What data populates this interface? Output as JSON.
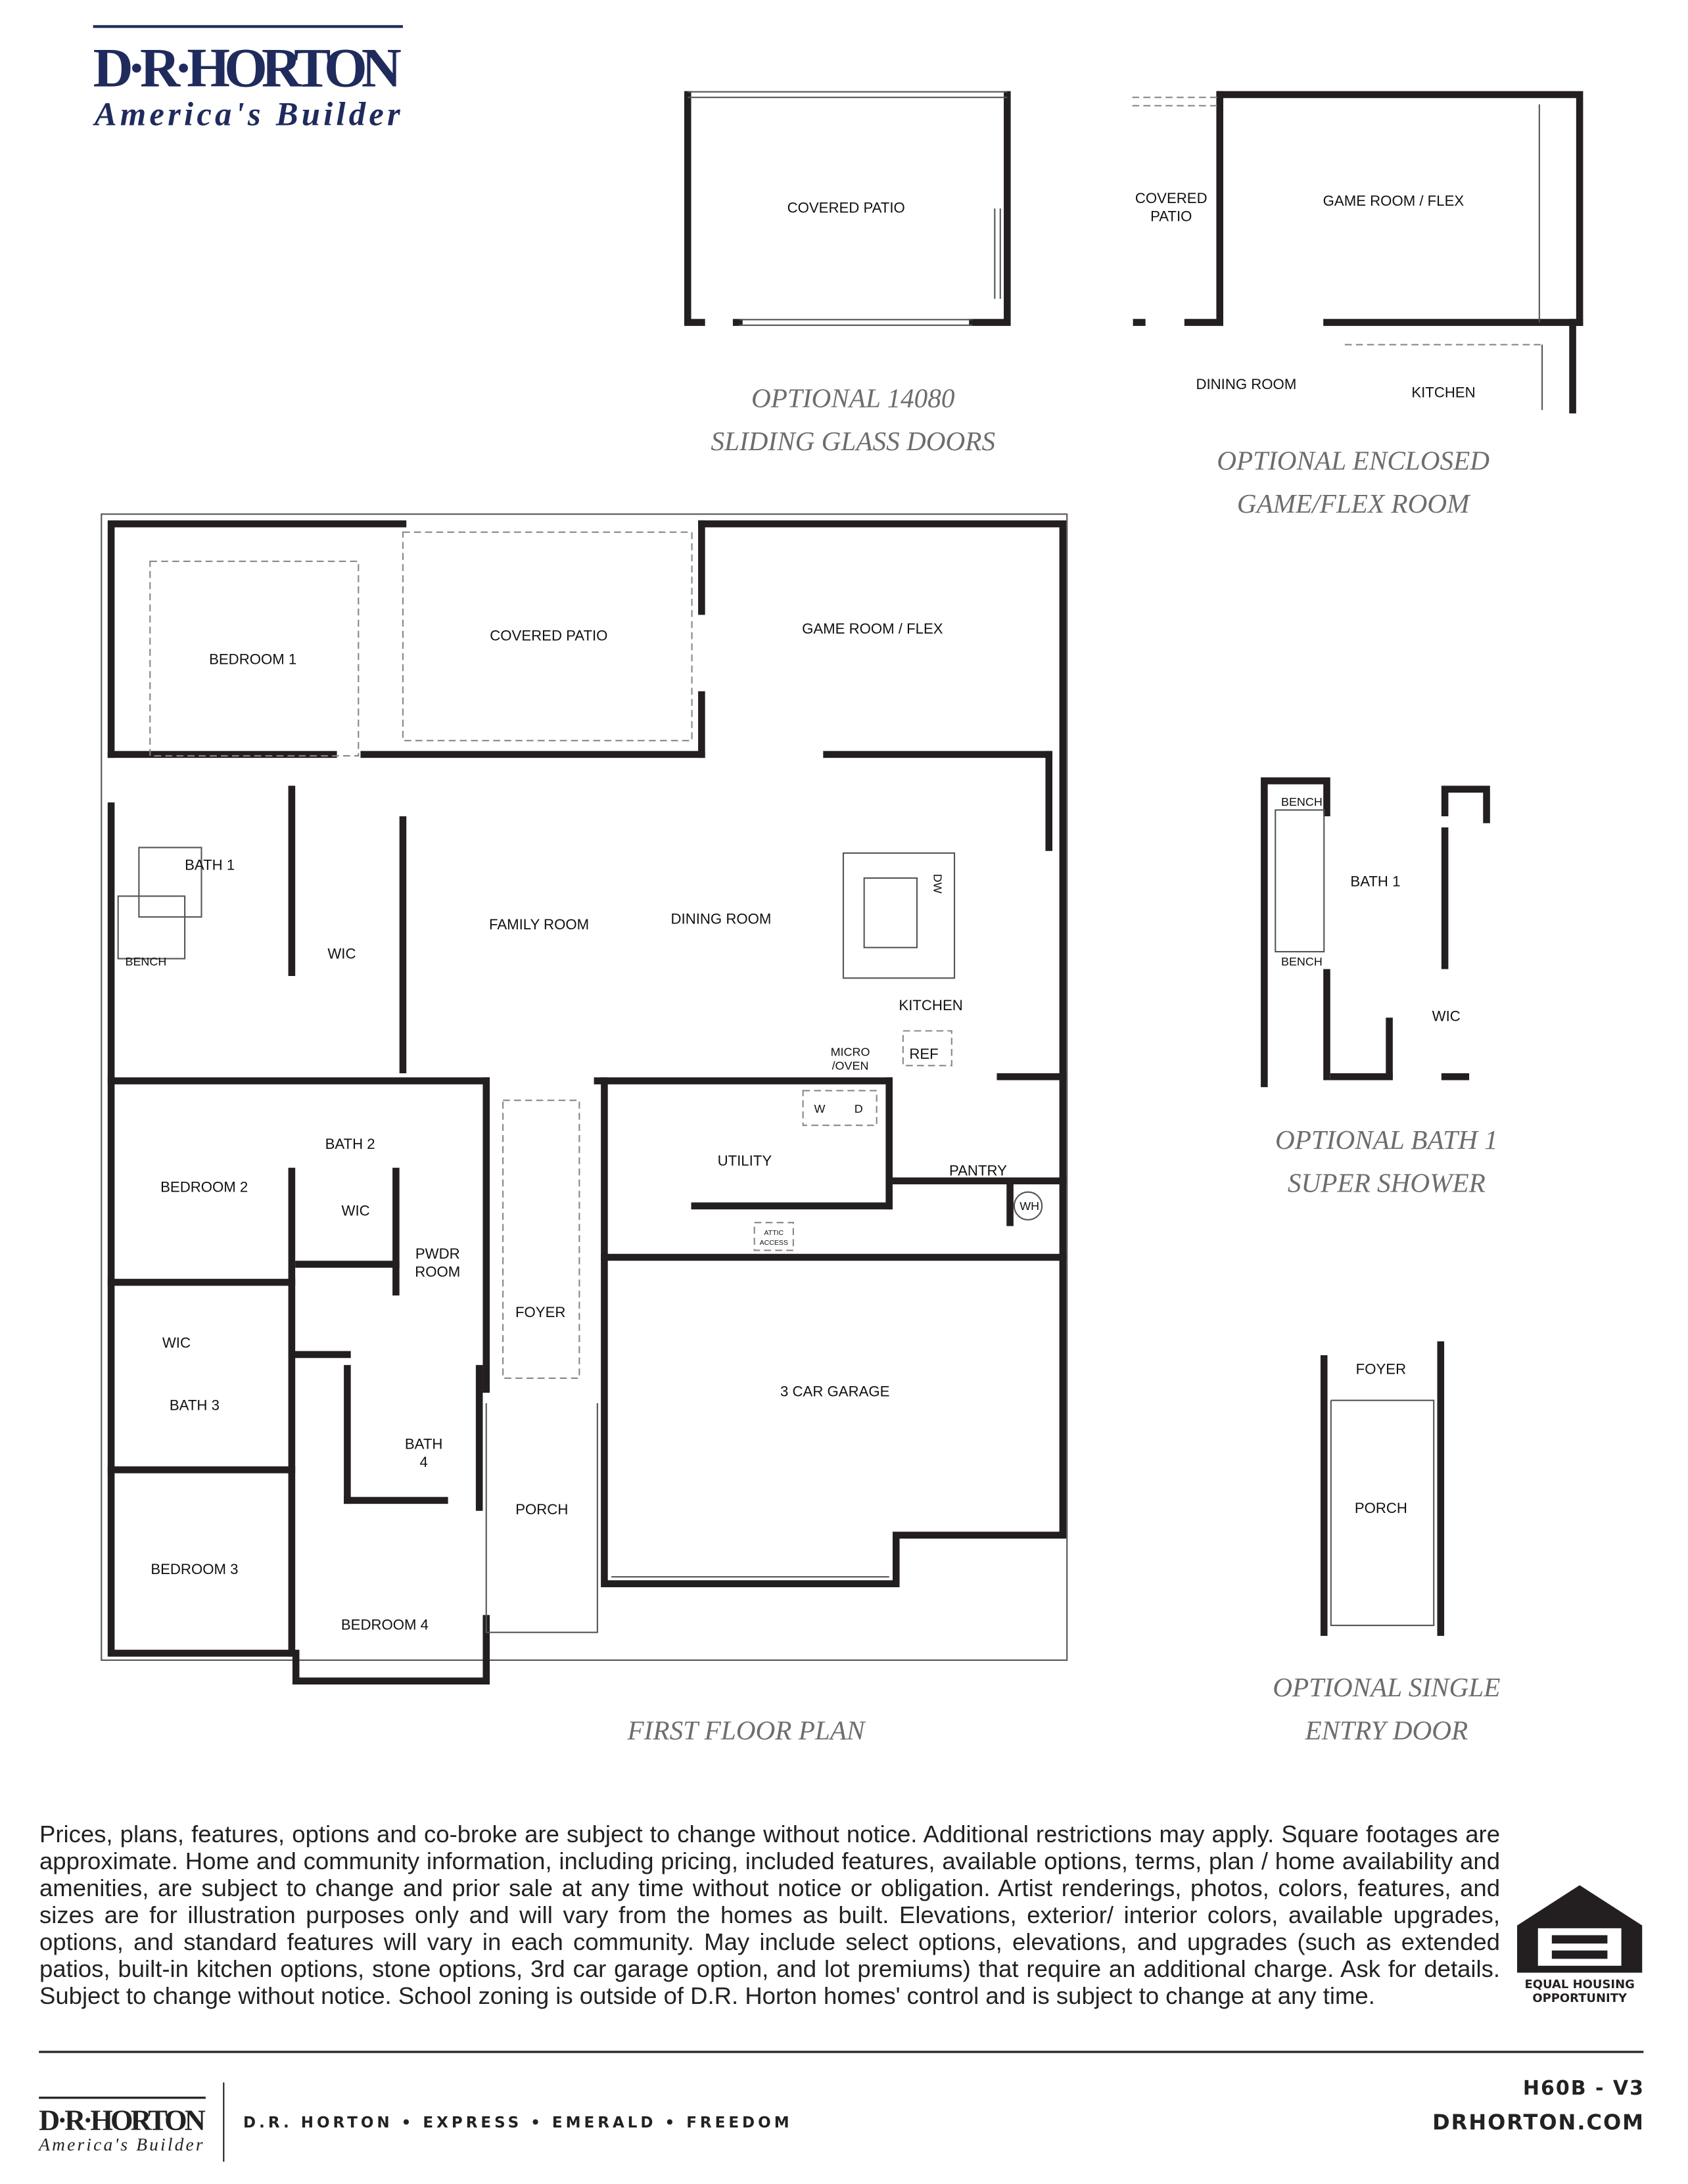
{
  "brand": {
    "name": "D·R·HORTON",
    "tagline": "America's Builder",
    "color": "#1f2b5c"
  },
  "options": {
    "sliding_doors": {
      "room": "COVERED PATIO",
      "caption_line1": "OPTIONAL 14080",
      "caption_line2": "SLIDING GLASS DOORS"
    },
    "enclosed_game": {
      "patio": "COVERED",
      "patio2": "PATIO",
      "game_room": "GAME ROOM / FLEX",
      "dining": "DINING ROOM",
      "kitchen": "KITCHEN",
      "caption_line1": "OPTIONAL ENCLOSED",
      "caption_line2": "GAME/FLEX ROOM"
    },
    "super_shower": {
      "bench_top": "BENCH",
      "bench_bottom": "BENCH",
      "bath": "BATH 1",
      "wic": "WIC",
      "caption_line1": "OPTIONAL BATH 1",
      "caption_line2": "SUPER SHOWER"
    },
    "single_door": {
      "foyer": "FOYER",
      "porch": "PORCH",
      "caption_line1": "OPTIONAL SINGLE",
      "caption_line2": "ENTRY DOOR"
    }
  },
  "plan": {
    "caption": "FIRST FLOOR PLAN",
    "rooms": {
      "bedroom1": "BEDROOM 1",
      "covered_patio": "COVERED PATIO",
      "game_room": "GAME ROOM / FLEX",
      "bath1": "BATH 1",
      "bench": "BENCH",
      "wic1": "WIC",
      "family_room": "FAMILY ROOM",
      "dining_room": "DINING ROOM",
      "dw": "DW",
      "kitchen": "KITCHEN",
      "micro1": "MICRO",
      "micro2": "/OVEN",
      "ref": "REF",
      "w": "W",
      "d": "D",
      "utility": "UTILITY",
      "pantry": "PANTRY",
      "wh": "WH",
      "attic1": "ATTIC",
      "attic2": "ACCESS",
      "bedroom2": "BEDROOM 2",
      "bath2": "BATH 2",
      "wic2": "WIC",
      "pwdr1": "PWDR",
      "pwdr2": "ROOM",
      "foyer": "FOYER",
      "garage": "3 CAR GARAGE",
      "wic3": "WIC",
      "bath3": "BATH 3",
      "bath4a": "BATH",
      "bath4b": "4",
      "porch": "PORCH",
      "bedroom3": "BEDROOM 3",
      "bedroom4": "BEDROOM 4"
    }
  },
  "disclaimer": "Prices, plans, features, options and co-broke are subject to change without notice. Additional restrictions may apply.  Square footages are approximate. Home and community information, including pricing, included features, available options, terms, plan / home availability and amenities, are subject to change and prior sale at any time without notice or obligation. Artist renderings, photos, colors, features, and sizes are for illustration purposes only and will vary from the homes as built. Elevations, exterior/ interior colors, available upgrades, options, and standard features will vary in each community. May include select options, elevations, and upgrades (such as extended patios, built-in kitchen options, stone options, 3rd car garage option, and lot premiums) that require an additional charge. Ask for details. Subject to change without notice. School zoning is outside of D.R. Horton homes' control and is subject to change at any time.",
  "equal_housing": {
    "line1": "EQUAL HOUSING",
    "line2": "OPPORTUNITY"
  },
  "footer": {
    "brands": "D.R. HORTON • EXPRESS • EMERALD • FREEDOM",
    "plan_code": "H60B - V3",
    "website": "DRHORTON.COM"
  }
}
